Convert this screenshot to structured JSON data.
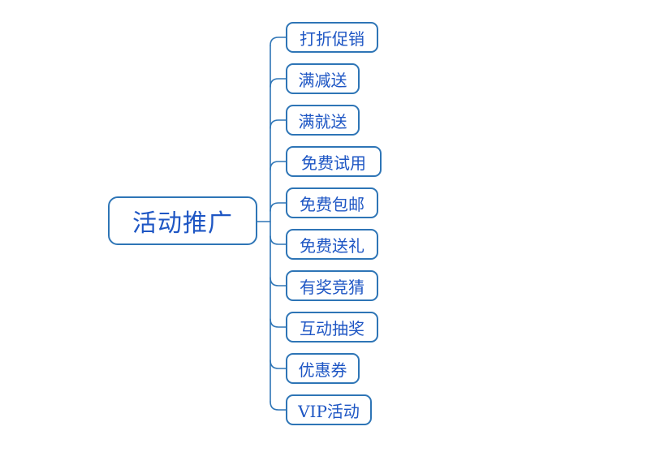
{
  "diagram": {
    "type": "mindmap",
    "title": "活动推广 mindmap",
    "colors": {
      "background": "#FFFFFF",
      "node_border": "#2E75B6",
      "connector_line": "#2E75B6",
      "text": "#1E56C4"
    },
    "root": {
      "label": "活动推广"
    },
    "children": [
      {
        "label": "打折促销"
      },
      {
        "label": "满减送"
      },
      {
        "label": "满就送"
      },
      {
        "label": "免费试用"
      },
      {
        "label": "免费包邮"
      },
      {
        "label": "免费送礼"
      },
      {
        "label": "有奖竞猜"
      },
      {
        "label": "互动抽奖"
      },
      {
        "label": "优惠券"
      },
      {
        "label": "VIP活动"
      }
    ]
  }
}
